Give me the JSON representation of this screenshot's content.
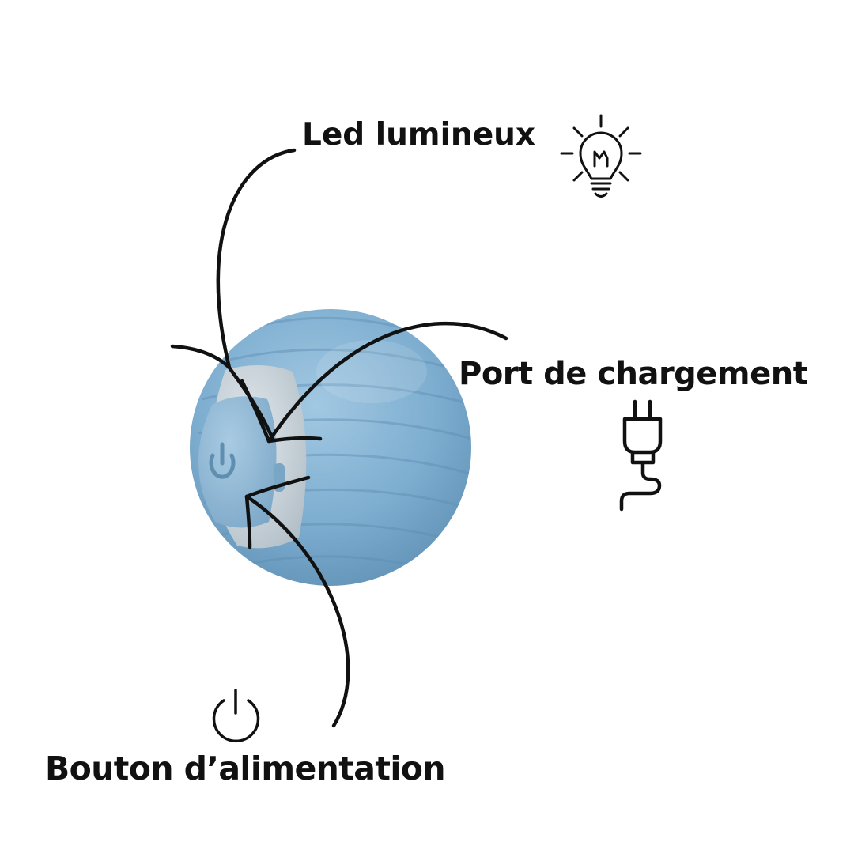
{
  "title": "",
  "colors": {
    "ball_main": "#7eaed0",
    "ball_dark": "#5d8fb3",
    "ball_light": "#a2c8e2",
    "cap": "#c8d2d8",
    "button_face": "#92b8d4",
    "ink": "#111111"
  },
  "product": {
    "name": ""
  },
  "callouts": [
    {
      "id": "led",
      "label": "Led lumineux",
      "icon": "light-bulb-icon"
    },
    {
      "id": "port",
      "label": "Port de chargement",
      "icon": "power-plug-icon"
    },
    {
      "id": "power",
      "label": "Bouton d’alimentation",
      "icon": "power-symbol-icon"
    }
  ]
}
